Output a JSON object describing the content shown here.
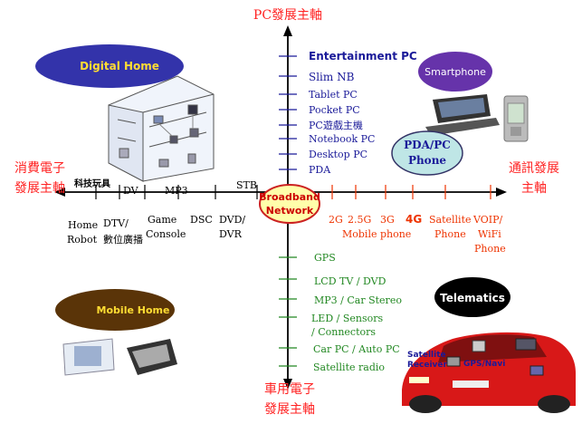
{
  "axes": {
    "top": "PC發展主軸",
    "bottom_line1": "車用電子",
    "bottom_line2": "發展主軸",
    "left_line1": "消費電子",
    "left_line2": "發展主軸",
    "right_line1": "通訊發展",
    "right_line2": "主軸"
  },
  "center": {
    "line1": "Broadband",
    "line2": "Network"
  },
  "quadrants": {
    "digital_home": "Digital Home",
    "smartphone": "Smartphone",
    "pda_pc_phone_line1": "PDA/PC",
    "pda_pc_phone_line2": "Phone",
    "mobile_home": "Mobile Home",
    "telematics": "Telematics"
  },
  "pc_items": [
    "Entertainment PC",
    "Slim NB",
    "Tablet PC",
    "Pocket PC",
    "PC遊戲主機",
    "Notebook PC",
    "Desktop PC",
    "PDA"
  ],
  "auto_items": [
    "GPS",
    "LCD TV / DVD",
    "MP3 / Car Stereo",
    "LED / Sensors",
    "/ Connectors",
    "Car PC / Auto PC",
    "Satellite radio"
  ],
  "consumer_above": [
    "科技玩具",
    "DV",
    "MP3",
    "STB"
  ],
  "consumer_below": {
    "home": "Home",
    "robot": "Robot",
    "dtv": "DTV/",
    "dtv2": "數位廣播",
    "game": "Game",
    "game2": "Console",
    "dsc": "DSC",
    "dvd": "DVD/",
    "dvd2": "DVR"
  },
  "comm_items": {
    "g2": "2G",
    "g25": "2.5G",
    "g3": "3G",
    "g4": "4G",
    "mobile_phone": "Mobile phone",
    "sat1": "Satellite",
    "sat2": "Phone",
    "voip1": "VOIP/",
    "voip2": "WiFi",
    "voip3": "Phone"
  },
  "car_labels": {
    "sat_line1": "Satellite",
    "sat_line2": "Receiver",
    "gps": "GPS/Navi"
  },
  "colors": {
    "axis_red": "#ff2222",
    "pc_blue": "#1a1a99",
    "auto_green": "#228822",
    "comm_red": "#ee3300",
    "digital_home_fill": "#3333aa",
    "digital_home_text": "#ffdd33",
    "smartphone_fill": "#6633aa",
    "pda_fill": "#bfe6e6",
    "mobile_home_fill": "#5a3408",
    "mobile_home_text": "#ffdd33",
    "telematics_fill": "#000000"
  }
}
